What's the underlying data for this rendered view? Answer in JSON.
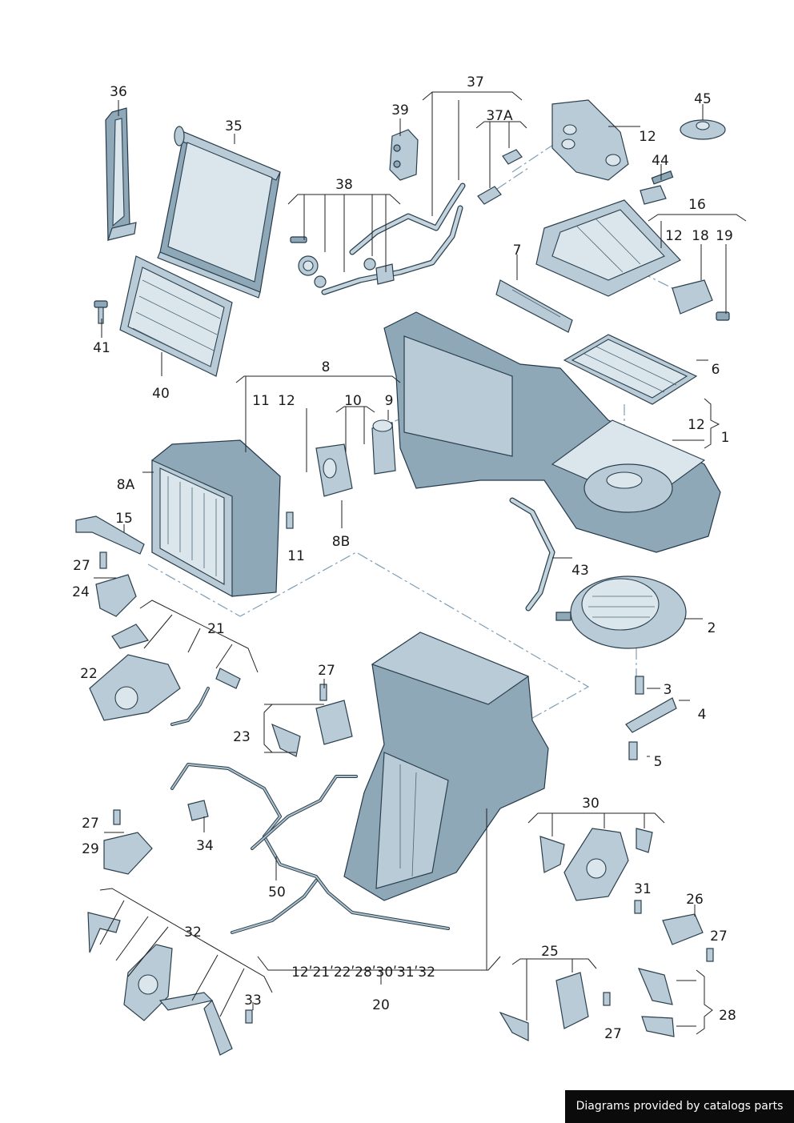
{
  "labels": {
    "l36": "36",
    "l35": "35",
    "l39": "39",
    "l37": "37",
    "l37a": "37A",
    "l45": "45",
    "l12a": "12",
    "l44": "44",
    "l38": "38",
    "l16": "16",
    "l12b": "12",
    "l18": "18",
    "l19": "19",
    "l7": "7",
    "l41": "41",
    "l40": "40",
    "l6": "6",
    "l8": "8",
    "l11a": "11",
    "l12c": "12",
    "l10": "10",
    "l9": "9",
    "l12d": "12",
    "l1": "1",
    "l8a": "8A",
    "l15": "15",
    "l11b": "11",
    "l8b": "8B",
    "l27a": "27",
    "l43": "43",
    "l24": "24",
    "l21": "21",
    "l2": "2",
    "l22": "22",
    "l27b": "27",
    "l3": "3",
    "l4": "4",
    "l23": "23",
    "l5": "5",
    "l30": "30",
    "l27c": "27",
    "l34": "34",
    "l29": "29",
    "l50": "50",
    "l31": "31",
    "l26": "26",
    "l32": "32",
    "l27d": "27",
    "l25": "25",
    "l20list": "12ʹ21ʹ22ʹ28ʹ30ʹ31ʹ32",
    "l20": "20",
    "l33": "33",
    "l28": "28",
    "l27e": "27"
  },
  "footer": {
    "credit": "Diagrams provided by catalogs parts"
  },
  "colors": {
    "part_fill": "#b9cbd6",
    "part_outline": "#2a3f4d",
    "dash_line": "#7f9eb5",
    "credit_bg": "#0b0b0b"
  }
}
